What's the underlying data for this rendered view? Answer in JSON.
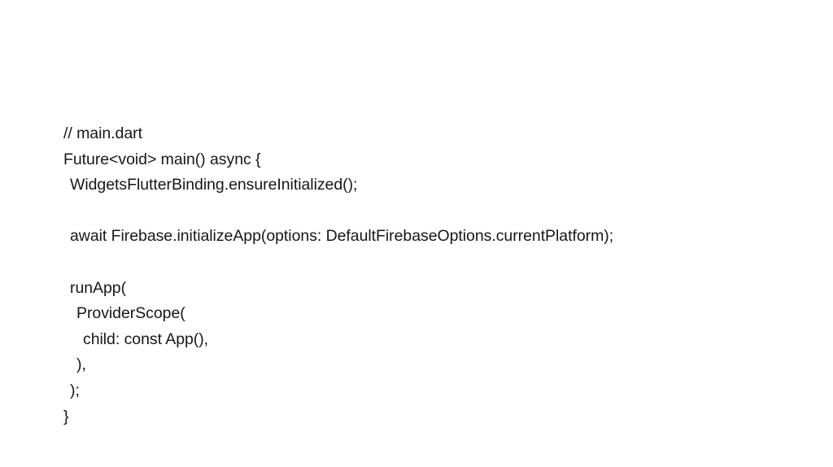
{
  "slide": {
    "background_color": "#ffffff",
    "text_color": "#171717",
    "code": {
      "language": "dart",
      "file_comment": "// main.dart",
      "lines": [
        {
          "text": "// main.dart",
          "indent": 0
        },
        {
          "text": "Future<void> main() async {",
          "indent": 0
        },
        {
          "text": "WidgetsFlutterBinding.ensureInitialized();",
          "indent": 1
        },
        {
          "text": "",
          "indent": 0
        },
        {
          "text": "await Firebase.initializeApp(options: DefaultFirebaseOptions.currentPlatform);",
          "indent": 1
        },
        {
          "text": "",
          "indent": 0
        },
        {
          "text": "runApp(",
          "indent": 1
        },
        {
          "text": "ProviderScope(",
          "indent": 2
        },
        {
          "text": "child: const App(),",
          "indent": 3
        },
        {
          "text": "),",
          "indent": 2
        },
        {
          "text": ");",
          "indent": 1
        },
        {
          "text": "}",
          "indent": 0
        }
      ]
    }
  }
}
